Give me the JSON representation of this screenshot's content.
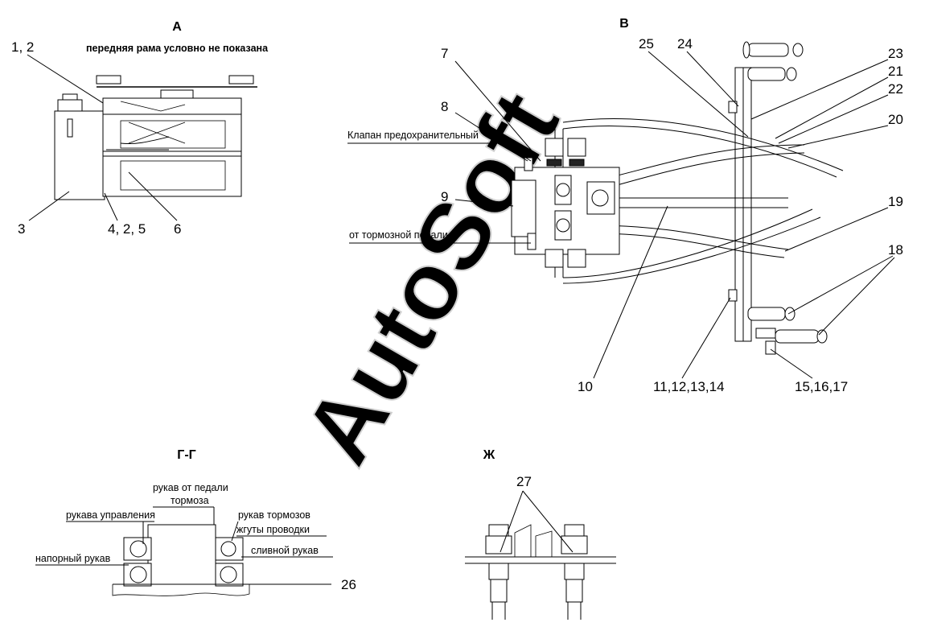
{
  "watermark": "AutoSoft",
  "view_a": {
    "title": "А",
    "note": "передняя рама условно не показана",
    "labels": [
      "1, 2",
      "3",
      "4, 2, 5",
      "6"
    ]
  },
  "view_v": {
    "title": "В",
    "safety_valve": "Клапан предохранительный",
    "from_brake_pedal": "от тормозной педали",
    "labels": [
      "7",
      "8",
      "9",
      "10",
      "11,12,13,14",
      "15,16,17",
      "18",
      "19",
      "20",
      "21",
      "22",
      "23",
      "24",
      "25"
    ]
  },
  "section_gg": {
    "title": "Г-Г",
    "hose_from_pedal_l1": "рукав от педали",
    "hose_from_pedal_l2": "тормоза",
    "control_hoses": "рукава управления",
    "pressure_hose": "напорный рукав",
    "brake_hose": "рукав тормозов",
    "wiring": "жгуты проводки",
    "drain_hose": "сливной рукав",
    "label": "26"
  },
  "view_zh": {
    "title": "Ж",
    "label": "27"
  }
}
